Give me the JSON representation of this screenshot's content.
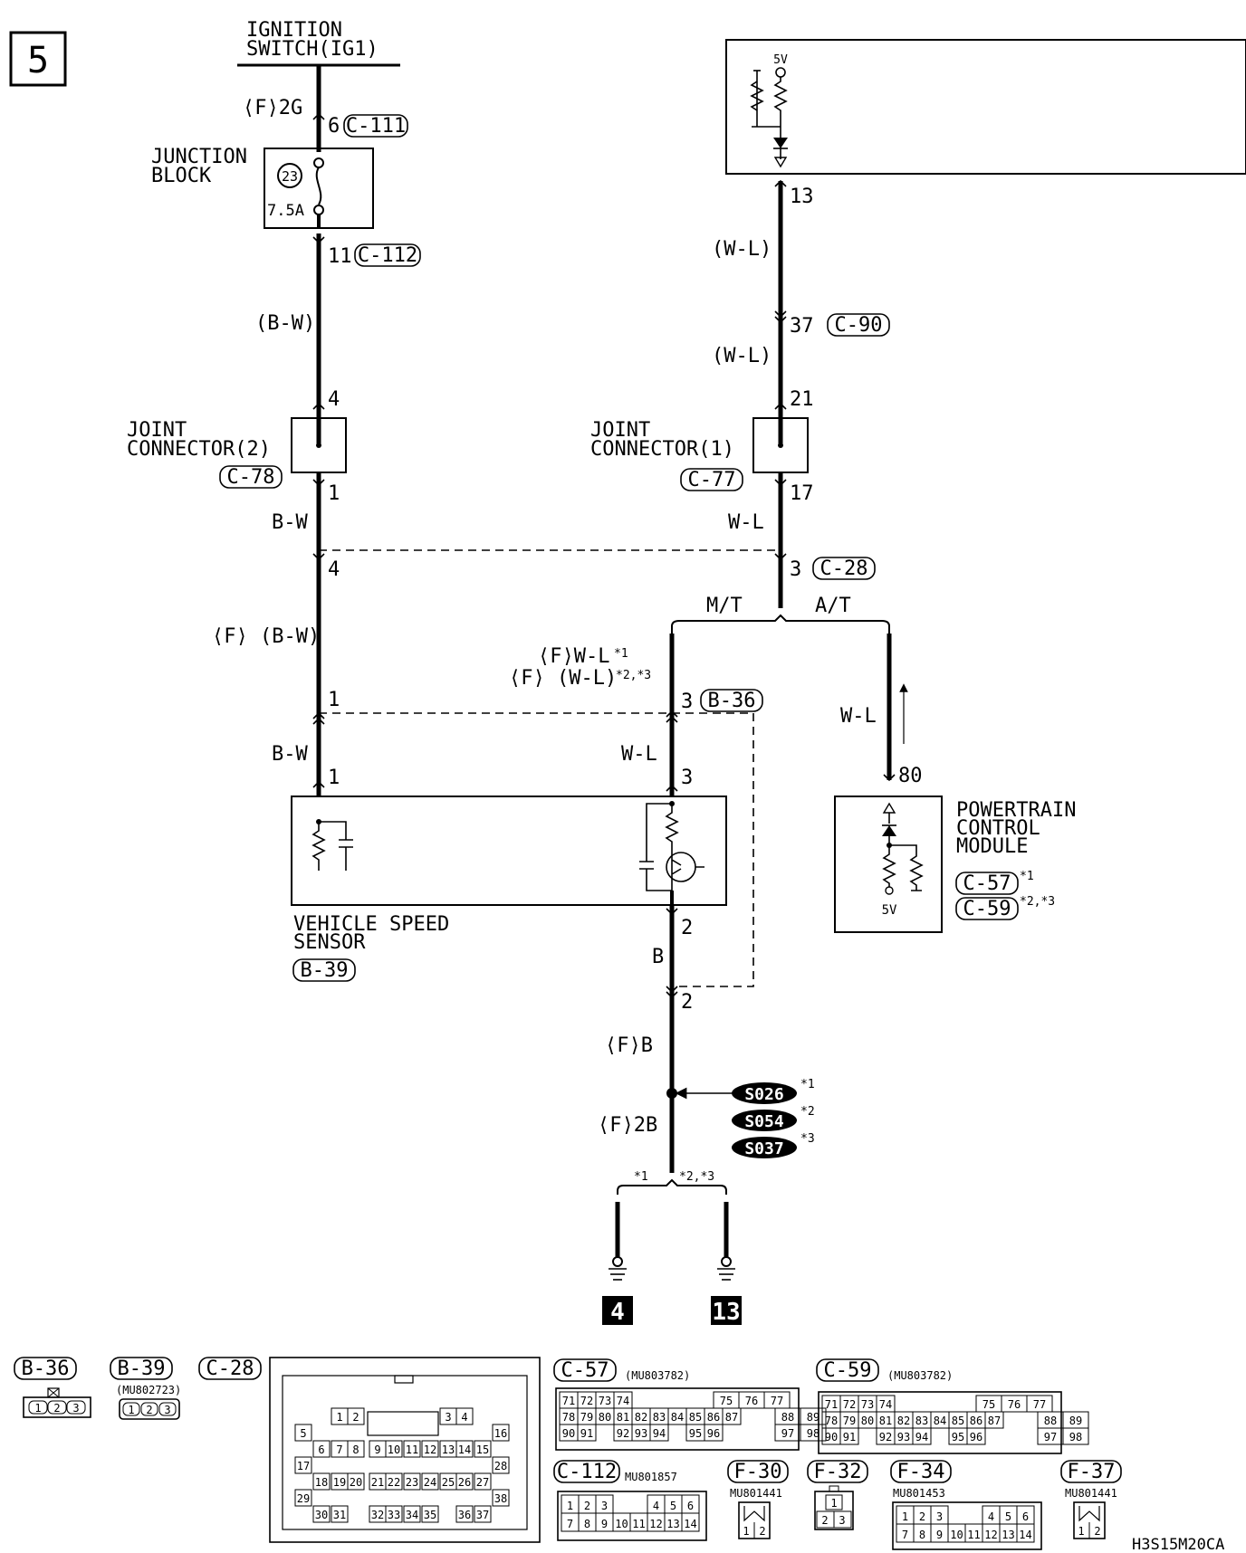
{
  "page": {
    "number": "5",
    "drawing_id": "H3S15M20CA"
  },
  "ignition": {
    "line1": "IGNITION",
    "line2": "SWITCH(IG1)"
  },
  "left_wire": {
    "f2g": "⟨F⟩2G",
    "pin6": "6",
    "c111": "C-111",
    "junction_l1": "JUNCTION",
    "junction_l2": "BLOCK",
    "fuse_no": "23",
    "fuse_rating": "7.5A",
    "pin11": "11",
    "c112": "C-112",
    "bw1": "(B-W)",
    "pin4a": "4",
    "jc2_l1": "JOINT",
    "jc2_l2": "CONNECTOR(2)",
    "c78": "C-78",
    "pin1a": "1",
    "bw2": "B-W",
    "pin4b": "4",
    "fbw": "⟨F⟩ (B-W)",
    "pin1b": "1",
    "bw3": "B-W",
    "pin1c": "1"
  },
  "right_wire": {
    "pin13": "13",
    "wl1": "(W-L)",
    "pin37": "37",
    "c90": "C-90",
    "wl2": "(W-L)",
    "pin21": "21",
    "jc1_l1": "JOINT",
    "jc1_l2": "CONNECTOR(1)",
    "c77": "C-77",
    "pin17": "17",
    "wl3": "W-L",
    "pin3": "3",
    "c28": "C-28",
    "mt": "M/T",
    "at": "A/T"
  },
  "top_box": {
    "voltage": "5V"
  },
  "mt_branch": {
    "fwl1": "⟨F⟩W-L",
    "star1": "*1",
    "fwl2": "⟨F⟩ (W-L)",
    "star23": "*2,*3",
    "pin3a": "3",
    "b36": "B-36",
    "wl": "W-L",
    "pin3b": "3",
    "pin2a": "2",
    "b": "B",
    "pin2b": "2",
    "fb": "⟨F⟩B",
    "f2b": "⟨F⟩2B"
  },
  "sensor": {
    "l1": "VEHICLE SPEED",
    "l2": "SENSOR",
    "conn": "B-39"
  },
  "at_branch": {
    "wl": "W-L",
    "pin80": "80"
  },
  "pcm": {
    "l1": "POWERTRAIN",
    "l2": "CONTROL",
    "l3": "MODULE",
    "c57": "C-57",
    "star1": "*1",
    "c59": "C-59",
    "star23": "*2,*3",
    "voltage": "5V"
  },
  "splices": [
    {
      "id": "S026",
      "note": "*1"
    },
    {
      "id": "S054",
      "note": "*2"
    },
    {
      "id": "S037",
      "note": "*3"
    }
  ],
  "grounds": {
    "star1": "*1",
    "star23": "*2,*3",
    "g1": "4",
    "g2": "13"
  },
  "connectors": {
    "b36": {
      "label": "B-36",
      "pins": [
        "1",
        "2",
        "3"
      ]
    },
    "b39": {
      "label": "B-39",
      "part": "(MU802723)",
      "pins": [
        "1",
        "2",
        "3"
      ]
    },
    "c28": {
      "label": "C-28",
      "rows": [
        [
          "1",
          "2",
          "3",
          "4"
        ],
        [
          "5",
          "16"
        ],
        [
          "6",
          "7",
          "8",
          "9",
          "10",
          "11",
          "12",
          "13",
          "14",
          "15"
        ],
        [
          "17",
          "28"
        ],
        [
          "18",
          "19",
          "20",
          "21",
          "22",
          "23",
          "24",
          "25",
          "26",
          "27"
        ],
        [
          "29",
          "38"
        ],
        [
          "30",
          "31",
          "32",
          "33",
          "34",
          "35",
          "36",
          "37"
        ]
      ]
    },
    "c57": {
      "label": "C-57",
      "part": "(MU803782)",
      "rows": [
        [
          "71",
          "72",
          "73",
          "74",
          "75",
          "76",
          "77"
        ],
        [
          "78",
          "79",
          "80",
          "81",
          "82",
          "83",
          "84",
          "85",
          "86",
          "87",
          "88",
          "89"
        ],
        [
          "90",
          "91",
          "92",
          "93",
          "94",
          "95",
          "96",
          "97",
          "98"
        ]
      ]
    },
    "c59": {
      "label": "C-59",
      "part": "(MU803782)",
      "rows": [
        [
          "71",
          "72",
          "73",
          "74",
          "75",
          "76",
          "77"
        ],
        [
          "78",
          "79",
          "80",
          "81",
          "82",
          "83",
          "84",
          "85",
          "86",
          "87",
          "88",
          "89"
        ],
        [
          "90",
          "91",
          "92",
          "93",
          "94",
          "95",
          "96",
          "97",
          "98"
        ]
      ]
    },
    "c112": {
      "label": "C-112",
      "part": "MU801857",
      "rows": [
        [
          "1",
          "2",
          "3",
          "4",
          "5",
          "6"
        ],
        [
          "7",
          "8",
          "9",
          "10",
          "11",
          "12",
          "13",
          "14"
        ]
      ]
    },
    "f30": {
      "label": "F-30",
      "part": "MU801441",
      "pins": [
        "1",
        "2"
      ]
    },
    "f32": {
      "label": "F-32",
      "pins": [
        "1",
        "2",
        "3"
      ]
    },
    "f34": {
      "label": "F-34",
      "part": "MU801453",
      "rows": [
        [
          "1",
          "2",
          "3",
          "4",
          "5",
          "6"
        ],
        [
          "7",
          "8",
          "9",
          "10",
          "11",
          "12",
          "13",
          "14"
        ]
      ]
    },
    "f37": {
      "label": "F-37",
      "part": "MU801441",
      "pins": [
        "1",
        "2"
      ]
    }
  }
}
